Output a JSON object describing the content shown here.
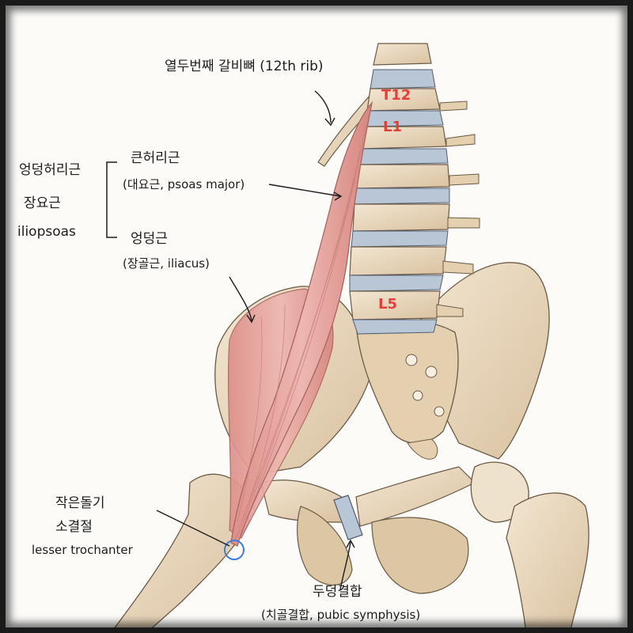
{
  "labels": {
    "rib12": "열두번째 갈비뼈 (12th rib)",
    "iliopsoas_ko": "엉덩허리근",
    "iliopsoas_sub": "장요근",
    "iliopsoas_en": "iliopsoas",
    "psoas_ko": "큰허리근",
    "psoas_sub": "(대요근, psoas major)",
    "iliacus_ko": "엉덩근",
    "iliacus_sub": "(장골근, iliacus)",
    "lesser_ko_1": "작은돌기",
    "lesser_ko_2": "소결절",
    "lesser_en": "lesser trochanter",
    "pubic_ko": "두덩결합",
    "pubic_sub": "(치골결합, pubic symphysis)"
  },
  "vertebra_marks": {
    "t12": "T12",
    "l1": "L1",
    "l5": "L5"
  },
  "colors": {
    "bone": "#ead9c0",
    "bone_shadow": "#c9b08f",
    "muscle": "#e8a9a3",
    "muscle_line": "#c77c78",
    "disc": "#b9c6d6",
    "vertebra_label": "#e2403a",
    "trochanter_circle": "#3d7fd6"
  }
}
